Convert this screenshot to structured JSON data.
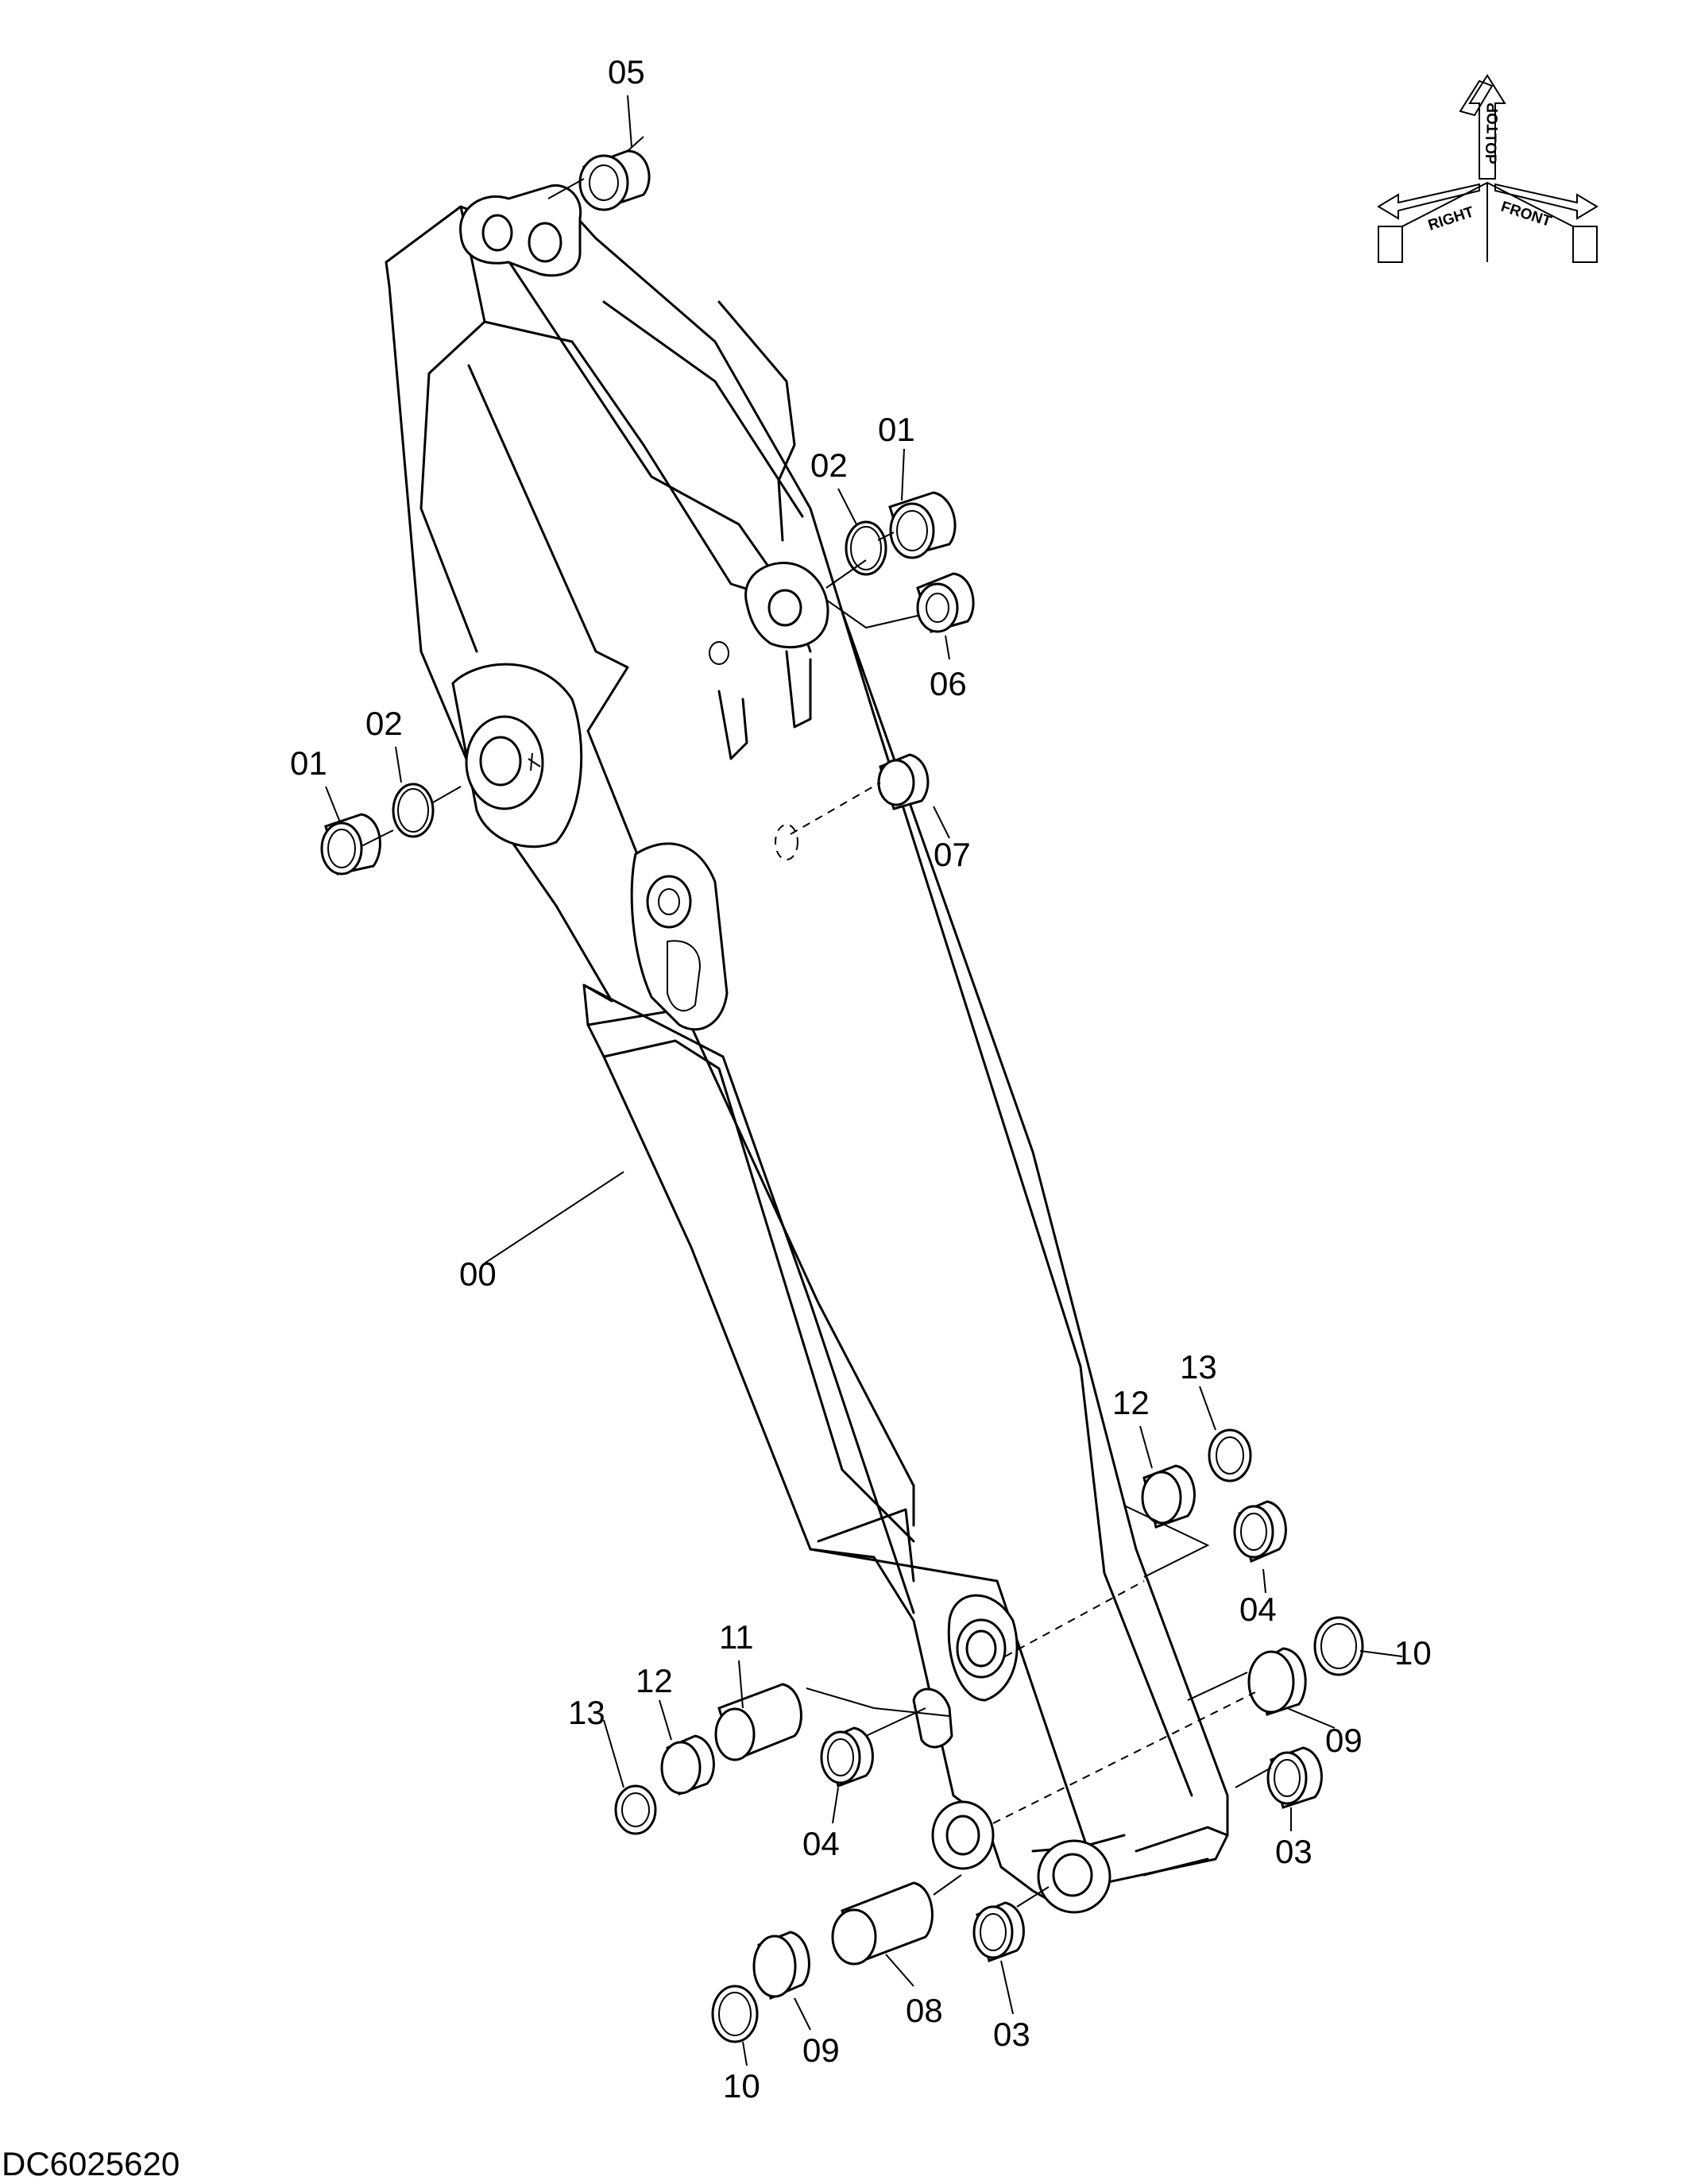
{
  "diagram": {
    "drawing_code": "DC6025620",
    "orientation": {
      "top": "TOP",
      "right": "RIGHT",
      "front": "FRONT"
    },
    "part_labels": [
      {
        "id": "lbl-05",
        "text": "05"
      },
      {
        "id": "lbl-01a",
        "text": "01"
      },
      {
        "id": "lbl-02a",
        "text": "02"
      },
      {
        "id": "lbl-06",
        "text": "06"
      },
      {
        "id": "lbl-01b",
        "text": "01"
      },
      {
        "id": "lbl-02b",
        "text": "02"
      },
      {
        "id": "lbl-07",
        "text": "07"
      },
      {
        "id": "lbl-00",
        "text": "00"
      },
      {
        "id": "lbl-12a",
        "text": "12"
      },
      {
        "id": "lbl-13a",
        "text": "13"
      },
      {
        "id": "lbl-04a",
        "text": "04"
      },
      {
        "id": "lbl-10a",
        "text": "10"
      },
      {
        "id": "lbl-09a",
        "text": "09"
      },
      {
        "id": "lbl-11",
        "text": "11"
      },
      {
        "id": "lbl-12b",
        "text": "12"
      },
      {
        "id": "lbl-13b",
        "text": "13"
      },
      {
        "id": "lbl-04b",
        "text": "04"
      },
      {
        "id": "lbl-03a",
        "text": "03"
      },
      {
        "id": "lbl-08",
        "text": "08"
      },
      {
        "id": "lbl-03b",
        "text": "03"
      },
      {
        "id": "lbl-09b",
        "text": "09"
      },
      {
        "id": "lbl-10b",
        "text": "10"
      }
    ]
  }
}
